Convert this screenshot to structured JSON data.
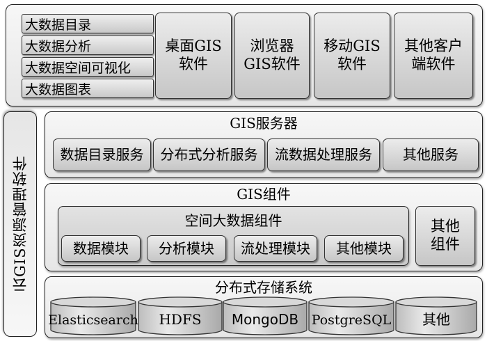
{
  "client_layer": {
    "list_items": [
      "大数据目录",
      "大数据分析",
      "大数据空间可视化",
      "大数据图表"
    ],
    "boxes": [
      "桌面GIS\n软件",
      "浏览器\nGIS软件",
      "移动GIS\n软件",
      "其他客户\n端软件"
    ]
  },
  "side_label": "云GIS资源管理软件",
  "server": {
    "title": "GIS服务器",
    "items": [
      "数据目录服务",
      "分布式分析服务",
      "流数据处理服务",
      "其他服务"
    ]
  },
  "components": {
    "title": "GIS组件",
    "spatial_title": "空间大数据组件",
    "modules": [
      "数据模块",
      "分析模块",
      "流处理模块",
      "其他模块"
    ],
    "other": "其他\n组件"
  },
  "storage": {
    "title": "分布式存储系统",
    "items": [
      "Elasticsearch",
      "HDFS",
      "MongoDB",
      "PostgreSQL",
      "其他"
    ]
  }
}
